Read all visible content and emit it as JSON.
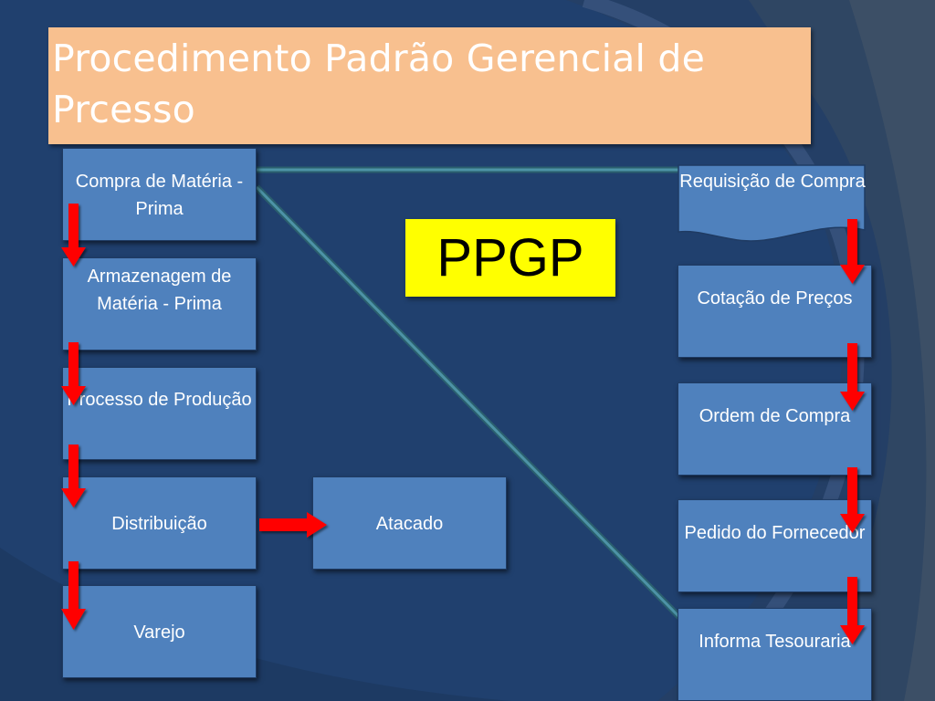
{
  "slide": {
    "title": "Procedimento Padrão Gerencial de Prcesso",
    "badge": "PPGP"
  },
  "left_column": [
    "Compra de Matéria - Prima",
    "Armazenagem de Matéria - Prima",
    "Processo de Produção",
    "Distribuição",
    "Varejo"
  ],
  "side_node": "Atacado",
  "right_column": [
    "Requisição de Compra",
    "Cotação de Preços",
    "Ordem de Compra",
    "Pedido do Fornecedor",
    "Informa Tesouraria"
  ],
  "colors": {
    "background": "#20406e",
    "title_box": "#f8c08f",
    "node_fill": "#4f81bd",
    "badge_fill": "#ffff00",
    "arrow": "#ff0000",
    "connector": "#3c7a8c"
  }
}
